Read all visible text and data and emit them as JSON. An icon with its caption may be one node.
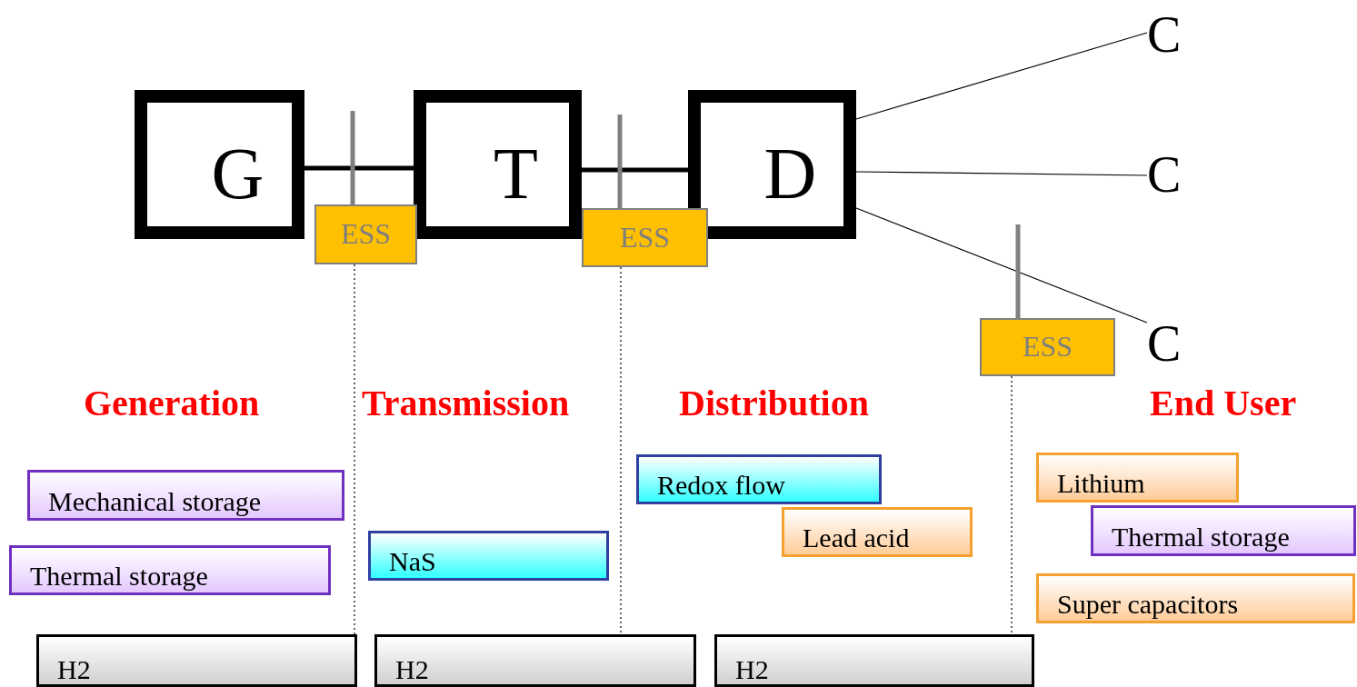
{
  "diagram": {
    "nodes": [
      {
        "text": [
          "G"
        ]
      },
      {
        "text": [
          "T"
        ]
      },
      {
        "text": [
          "D"
        ]
      },
      {
        "text": [
          "C"
        ]
      },
      {
        "text": [
          "C"
        ]
      },
      {
        "text": [
          "C"
        ]
      },
      {
        "text": [
          "ESS"
        ]
      },
      {
        "text": [
          "ESS"
        ]
      },
      {
        "text": [
          "ESS"
        ]
      },
      {
        "text": [
          "Lithium"
        ]
      },
      {
        "text": [
          "Redox flow"
        ]
      },
      {
        "text": [
          "Mechanical storage"
        ]
      },
      {
        "text": [
          "Thermal storage"
        ]
      },
      {
        "text": [
          "Lead acid"
        ]
      },
      {
        "text": [
          "NaS"
        ]
      },
      {
        "text": [
          "Thermal storage"
        ]
      },
      {
        "text": [
          "Super capacitors"
        ]
      },
      {
        "text": [
          "H2"
        ]
      },
      {
        "text": [
          "H2"
        ]
      },
      {
        "text": [
          "H2"
        ]
      }
    ],
    "edges": [
      {
        "from": 0,
        "to": 1,
        "arrow": "none",
        "style": "thick"
      },
      {
        "from": 1,
        "to": 2,
        "arrow": "none",
        "style": "thick"
      },
      {
        "from": 2,
        "to": 3,
        "arrow": "none"
      },
      {
        "from": 2,
        "to": 4,
        "arrow": "none"
      },
      {
        "from": 2,
        "to": 5,
        "arrow": "none"
      },
      {
        "from": 6,
        "to": null,
        "arrow": "none",
        "style": "thick",
        "color": "#808080"
      },
      {
        "from": 7,
        "to": null,
        "arrow": "none",
        "style": "thick",
        "color": "#808080"
      },
      {
        "from": 8,
        "to": null,
        "arrow": "none",
        "style": "thick",
        "color": "#808080"
      },
      {
        "from": 6,
        "to": 17,
        "arrow": "none",
        "style": "dashed"
      },
      {
        "from": 7,
        "to": 18,
        "arrow": "none",
        "style": "dashed"
      },
      {
        "from": 8,
        "to": 19,
        "arrow": "none",
        "style": "dashed"
      }
    ],
    "labels": [
      "Generation",
      "Transmission",
      "Distribution",
      "End User"
    ]
  }
}
